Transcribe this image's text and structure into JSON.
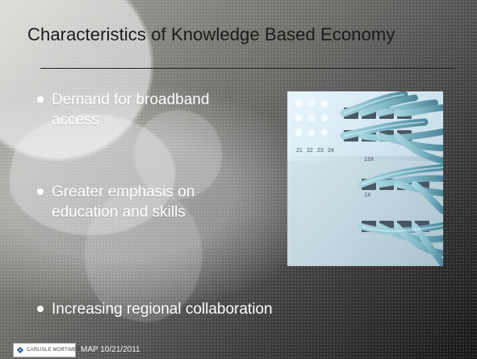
{
  "slide": {
    "title": "Characteristics of Knowledge Based Economy",
    "bullets": [
      {
        "text": "Demand for broadband\naccess"
      },
      {
        "text": "Greater emphasis on\neducation and skills"
      },
      {
        "text": "Increasing regional collaboration"
      }
    ],
    "footer": {
      "logo_text": "CARLISLE  MORTIMER",
      "date_text": "MAP  10/21/2011"
    },
    "photo": {
      "port_labels": [
        "21",
        "22",
        "23",
        "24",
        "13X",
        "1X"
      ]
    }
  }
}
